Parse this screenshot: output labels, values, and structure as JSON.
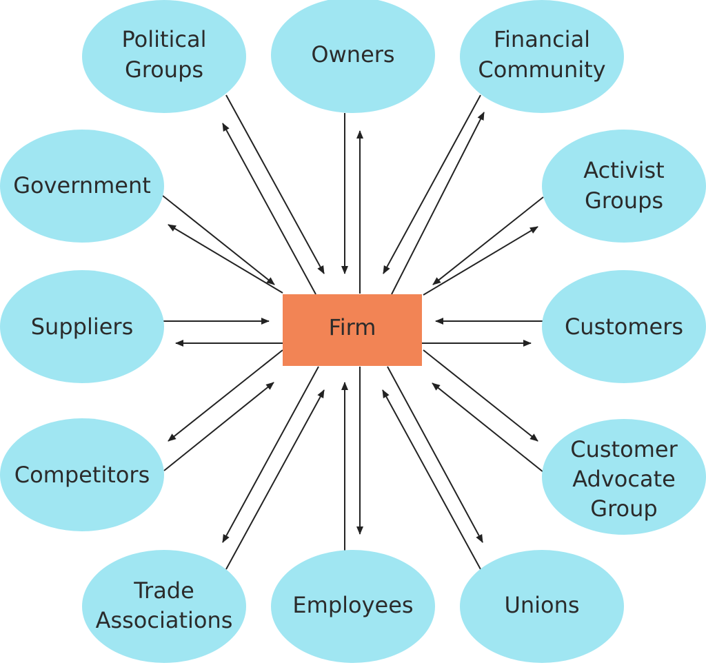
{
  "center": {
    "label": "Firm",
    "color": "#f28455"
  },
  "colors": {
    "stakeholder": "#a0e6f2",
    "arrow": "#222222",
    "text": "#2b2b2b"
  },
  "stakeholders": [
    {
      "id": "political-groups",
      "lines": [
        "Political",
        "Groups"
      ]
    },
    {
      "id": "owners",
      "lines": [
        "Owners"
      ]
    },
    {
      "id": "financial-community",
      "lines": [
        "Financial",
        "Community"
      ]
    },
    {
      "id": "government",
      "lines": [
        "Government"
      ]
    },
    {
      "id": "activist-groups",
      "lines": [
        "Activist",
        "Groups"
      ]
    },
    {
      "id": "suppliers",
      "lines": [
        "Suppliers"
      ]
    },
    {
      "id": "customers",
      "lines": [
        "Customers"
      ]
    },
    {
      "id": "competitors",
      "lines": [
        "Competitors"
      ]
    },
    {
      "id": "customer-advocate-group",
      "lines": [
        "Customer",
        "Advocate",
        "Group"
      ]
    },
    {
      "id": "trade-associations",
      "lines": [
        "Trade",
        "Associations"
      ]
    },
    {
      "id": "employees",
      "lines": [
        "Employees"
      ]
    },
    {
      "id": "unions",
      "lines": [
        "Unions"
      ]
    }
  ],
  "relationship": "bidirectional"
}
